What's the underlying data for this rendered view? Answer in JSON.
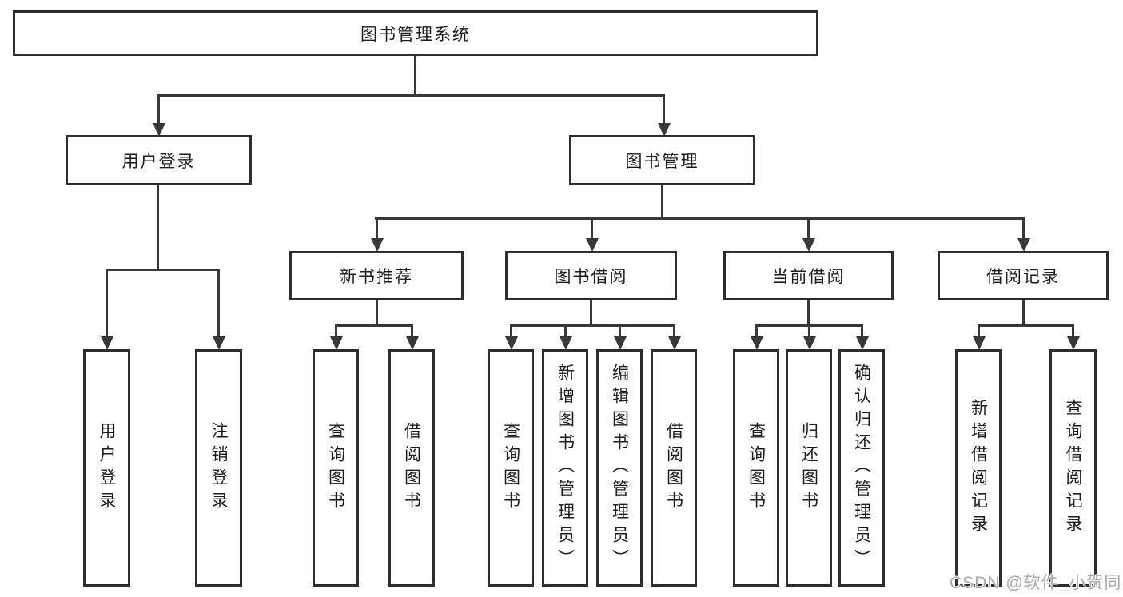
{
  "tree": {
    "label": "图书管理系统",
    "children": [
      {
        "label": "用户登录",
        "children": [
          {
            "label": "用户登录"
          },
          {
            "label": "注销登录"
          }
        ]
      },
      {
        "label": "图书管理",
        "children": [
          {
            "label": "新书推荐",
            "children": [
              {
                "label": "查询图书"
              },
              {
                "label": "借阅图书"
              }
            ]
          },
          {
            "label": "图书借阅",
            "children": [
              {
                "label": "查询图书"
              },
              {
                "label": "新增图书（管理员）"
              },
              {
                "label": "编辑图书（管理员）"
              },
              {
                "label": "借阅图书"
              }
            ]
          },
          {
            "label": "当前借阅",
            "children": [
              {
                "label": "查询图书"
              },
              {
                "label": "归还图书"
              },
              {
                "label": "确认归还（管理员）"
              }
            ]
          },
          {
            "label": "借阅记录",
            "children": [
              {
                "label": "新增借阅记录"
              },
              {
                "label": "查询借阅记录"
              }
            ]
          }
        ]
      }
    ]
  },
  "watermark": {
    "text": "CSDN @软件_小贺同学"
  },
  "colors": {
    "line": "#383838",
    "border": "#2e2e2e",
    "text": "#1d1d1f",
    "background": "#ffffff",
    "watermark": "#a9a9a9"
  }
}
